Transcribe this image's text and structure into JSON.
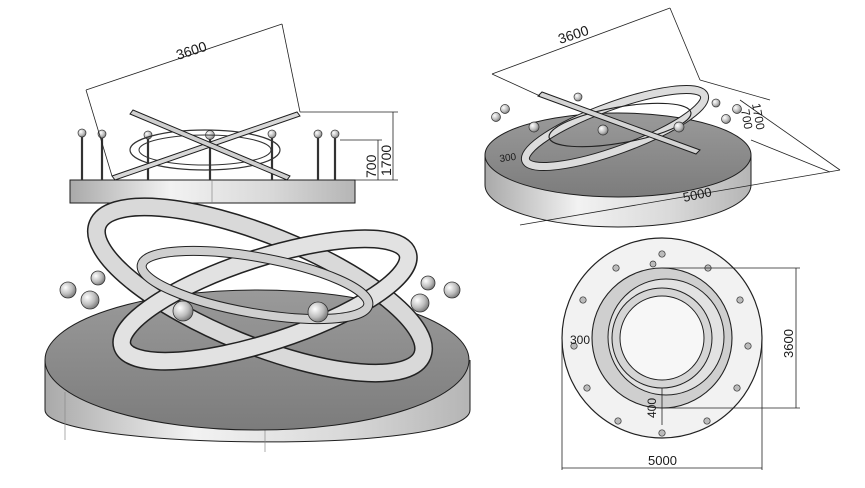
{
  "views": {
    "side": {
      "width_label": "3600",
      "height_small_label": "700",
      "height_large_label": "1700"
    },
    "isometric": {
      "width_label": "3600",
      "height_large_label": "1700",
      "height_small_label": "700",
      "base_height_label": "300",
      "diameter_label": "5000"
    },
    "top": {
      "outer_diameter_label": "5000",
      "inner_diameter_label": "3600",
      "offset_label": "300",
      "ring_width_label": "400"
    }
  },
  "colors": {
    "platform_top": "#8f8f8f",
    "platform_side": "#e4e4e4",
    "ring": "#d8d8d8",
    "line": "#1e1e1e"
  }
}
